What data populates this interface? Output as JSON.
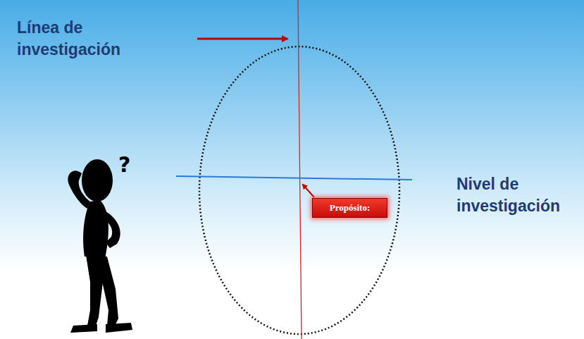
{
  "diagram": {
    "nodes": [
      {
        "text": [
          "Propósito:"
        ]
      }
    ],
    "labels": [
      "Línea de investigación",
      "Nivel de investigación",
      "?"
    ]
  }
}
